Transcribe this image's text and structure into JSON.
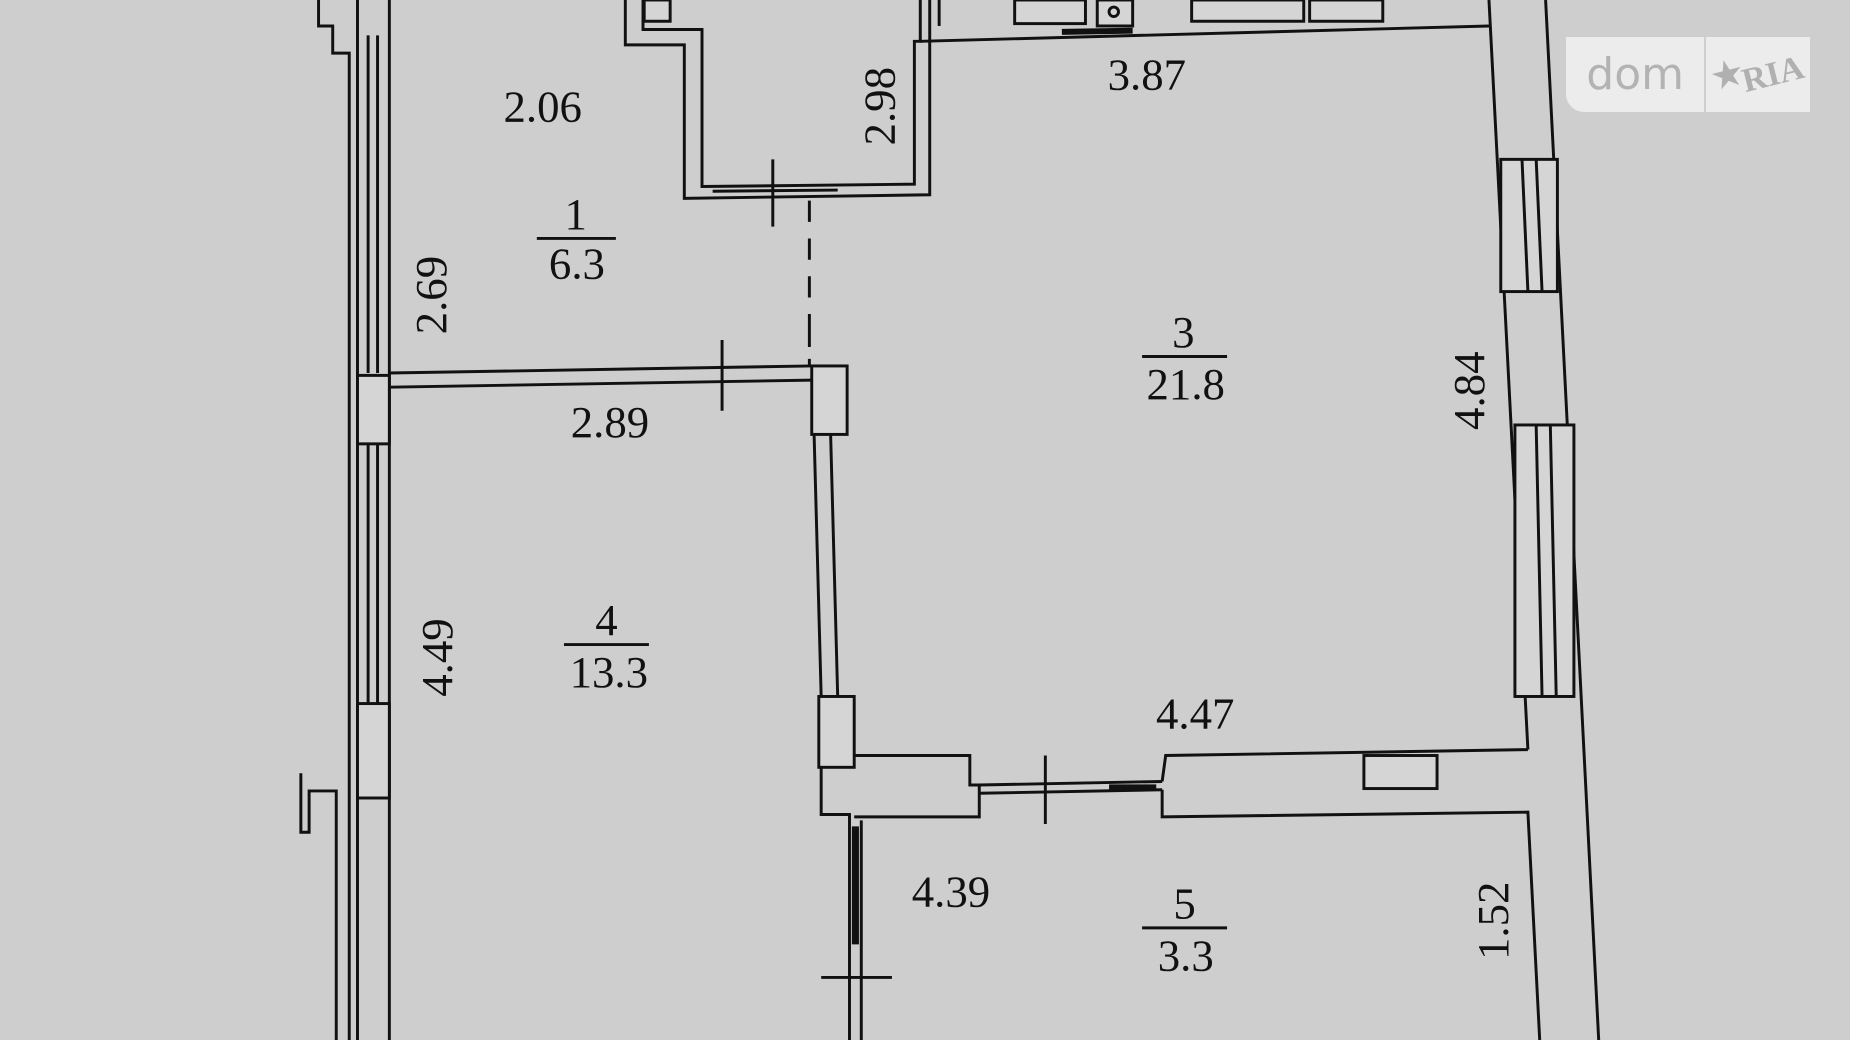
{
  "plan": {
    "rooms": [
      {
        "number": "1",
        "area": "6.3"
      },
      {
        "number": "3",
        "area": "21.8"
      },
      {
        "number": "4",
        "area": "13.3"
      },
      {
        "number": "5",
        "area": "3.3"
      }
    ],
    "dimensions": [
      "2.06",
      "2.98",
      "3.87",
      "2.69",
      "2.89",
      "4.84",
      "4.49",
      "4.47",
      "4.39",
      "1.52"
    ]
  },
  "watermark": {
    "left": "dom",
    "right": "RIA"
  }
}
